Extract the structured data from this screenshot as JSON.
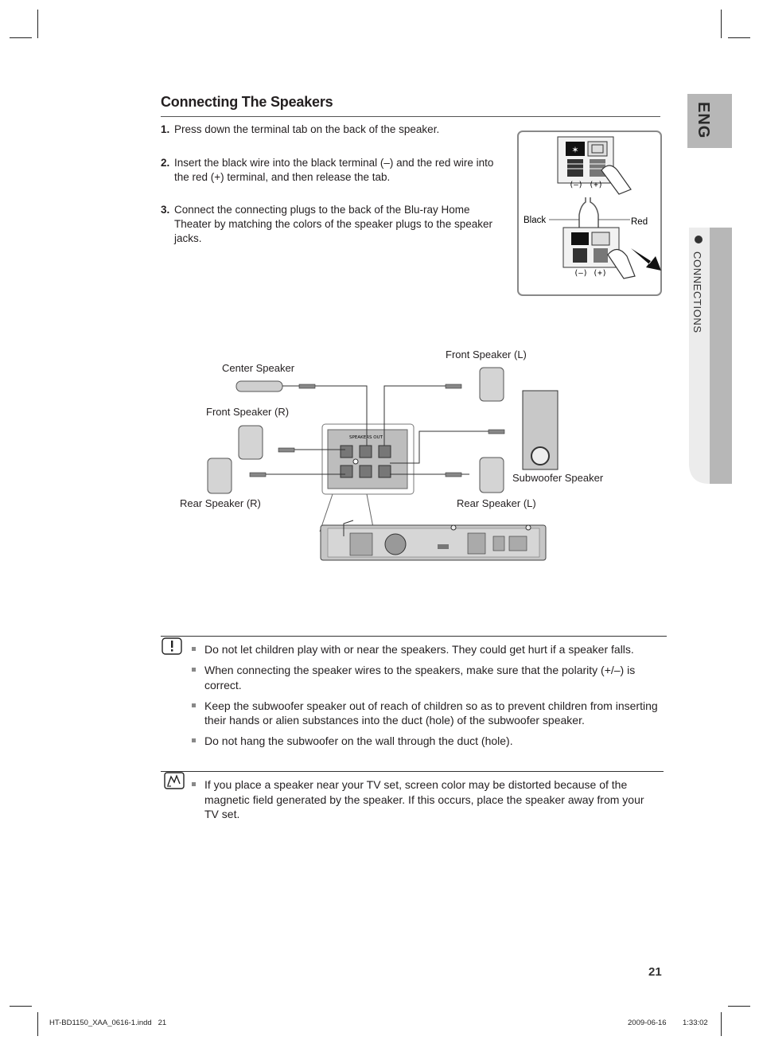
{
  "section": {
    "title": "Connecting The Speakers",
    "steps": [
      {
        "num": "1.",
        "text": "Press down the terminal tab on the back of the speaker."
      },
      {
        "num": "2.",
        "text": "Insert the black wire into the black terminal (–) and the red wire into the red (+) terminal, and then release the tab."
      },
      {
        "num": "3.",
        "text": "Connect the connecting plugs to the back of the Blu-ray Home Theater by matching the colors of the speaker plugs to the speaker jacks."
      }
    ]
  },
  "terminal_figure": {
    "minus": "(–)",
    "plus": "(+)",
    "black": "Black",
    "red": "Red"
  },
  "diagram": {
    "center": "Center Speaker",
    "front_l": "Front Speaker (L)",
    "front_r": "Front Speaker (R)",
    "rear_r": "Rear Speaker (R)",
    "rear_l": "Rear Speaker (L)",
    "subwoofer": "Subwoofer Speaker",
    "speakers_out": "SPEAKERS OUT"
  },
  "side": {
    "lang": "ENG",
    "section": "CONNECTIONS"
  },
  "caution": {
    "icon": "caution-icon",
    "items": [
      "Do not let children play with or near the speakers. They could get hurt if a speaker falls.",
      "When connecting the speaker wires to the speakers, make sure that the polarity (+/–) is correct.",
      "Keep the subwoofer speaker out of reach of children so as to prevent children from inserting their hands or alien substances into the duct (hole) of the subwoofer speaker.",
      "Do not hang the subwoofer on the wall through the duct (hole)."
    ]
  },
  "note": {
    "icon": "note-icon",
    "items": [
      "If you place a speaker near your TV set, screen color may be distorted because of the magnetic field generated by the speaker. If this occurs, place the speaker away from your TV set."
    ]
  },
  "page_number": "21",
  "footer": {
    "file": "HT-BD1150_XAA_0616-1.indd   21",
    "date": "2009-06-16",
    "time": "1:33:02"
  }
}
